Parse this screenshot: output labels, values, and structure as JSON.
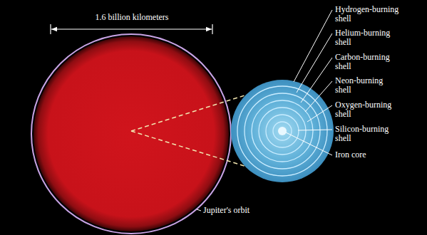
{
  "diagram": {
    "labels": [
      "1.6 billion kilometers",
      "Hydrogen-burning shell",
      "Helium-burning shell",
      "Carbon-burning shell",
      "Neon-burning shell",
      "Oxygen-burning shell",
      "Silicon-burning shell",
      "Iron core",
      "Jupiter's orbit"
    ]
  }
}
